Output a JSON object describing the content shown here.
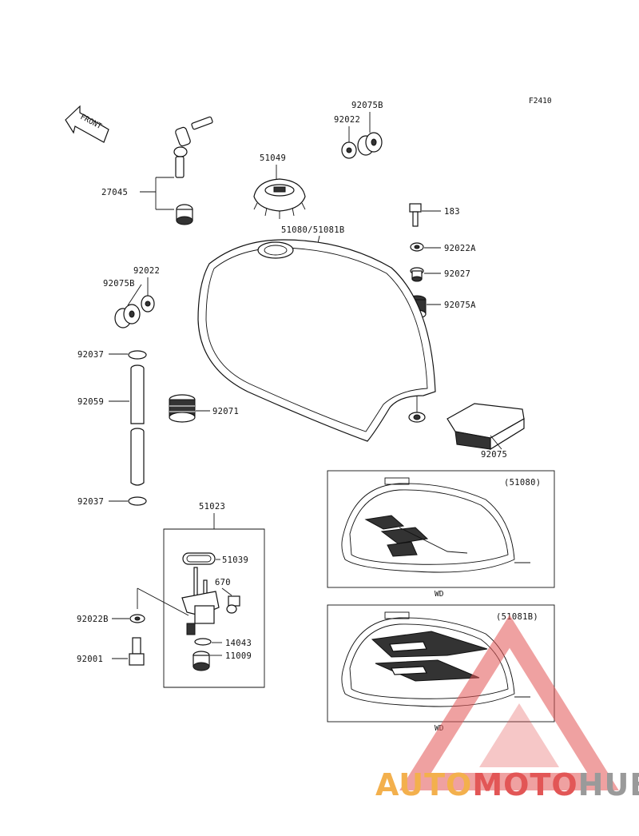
{
  "diagram": {
    "figure_code": "F2410",
    "front_label": "FRONT",
    "parts": {
      "p92075B_top": "92075B",
      "p92022_top": "92022",
      "p51049": "51049",
      "p183": "183",
      "p51080_51081B": "51080/51081B",
      "p27045": "27045",
      "p92022A": "92022A",
      "p92022_left": "92022",
      "p92075B_left": "92075B",
      "p92027": "92027",
      "p92075A": "92075A",
      "p92037_top": "92037",
      "p92059": "92059",
      "p92071": "92071",
      "p92075": "92075",
      "p92037_bottom": "92037",
      "p51023": "51023",
      "p51039": "51039",
      "p670": "670",
      "p92022B": "92022B",
      "p14043": "14043",
      "p11009": "11009",
      "p92001": "92001"
    },
    "inset_top": {
      "code": "(51080)",
      "caption": "WD"
    },
    "inset_bottom": {
      "code": "(51081B)",
      "caption": "WD"
    }
  },
  "watermark": {
    "part1": "AUTO",
    "part2": "MOTO",
    "part3": "HUB"
  },
  "colors": {
    "line": "#111111",
    "watermark_red": "#e25656",
    "watermark_orange": "#f3b04d",
    "watermark_gray": "#9a9a9a"
  }
}
